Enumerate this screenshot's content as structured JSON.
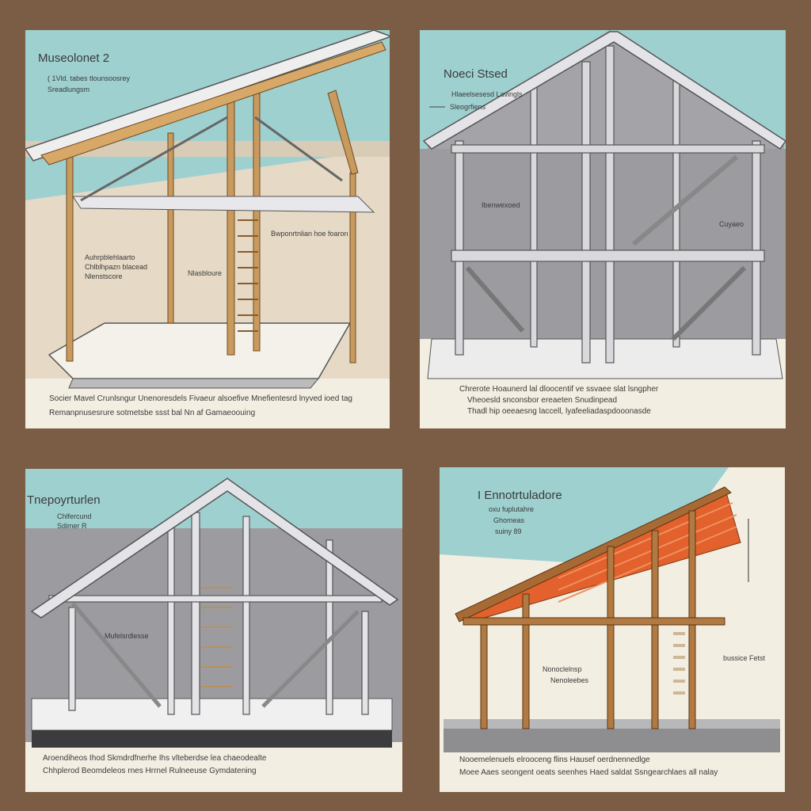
{
  "colors": {
    "background": "#7b5d45",
    "sky": "#9fd0d0",
    "paper": "#f3eee2",
    "wall": "#9c9ca0",
    "wood": "#b98a52",
    "roof_orange": "#e2612c"
  },
  "panels": [
    {
      "title": "Museolonet 2",
      "subtitle": [
        "( 1Vld. tabes tlounsoosrey",
        "Sreadlungsm"
      ],
      "labels": [
        "Bwponrtnlian hoe foaron",
        "Auhrpblehlaarto",
        "Chlblhpazn blacead",
        "Nlenstscore",
        "Nlasbloure"
      ],
      "captions": [
        "Socier Mavel Crunlsngur Unenoresdels Fivaeur alsoefive Mnefientesrd lnyved ioed tag",
        "Remanpnusesrure sotmetsbe ssst bal Nn af Gamaeoouing"
      ]
    },
    {
      "title": "Noeci Stsed",
      "subtitle": [
        "Hlaeelsesesd Lavingls",
        "Sleogrfiens"
      ],
      "labels": [
        "Ibenwexoed",
        "Cuyaeo"
      ],
      "captions": [
        "Chrerote Hoaunerd lal dloocentif ve ssvaee slat lsngpher",
        "Vheoesld snconsbor ereaeten Snudinpead",
        "Thadl hip oeeaesng laccell, lyafeeliadaspdooonasde"
      ]
    },
    {
      "title": "Tnepoyrturlen",
      "subtitle": [
        "Chlfercund",
        "Sdimer R"
      ],
      "labels": [
        "Mufelsrdlesse"
      ],
      "captions": [
        "Aroendiheos Ihod Skmdrdfnerhe Ihs vlteberdse lea chaeodealte",
        "Chhplerod Beomdeleos rnes Hrrnel Rulneeuse Gymdatening"
      ]
    },
    {
      "title": "I Ennotrtuladore",
      "subtitle": [
        "oxu fuplutahre",
        "Ghomeas",
        "suiny 89"
      ],
      "labels": [
        "Nonoclelnsp",
        "Nenoleebes",
        "bussice Fetst"
      ],
      "captions": [
        "Nooemelenuels elrooceng flins Hausef oerdnennedlge",
        "Moee Aaes seongent oeats seenhes Haed saldat Ssngearchlaes all nalay"
      ]
    }
  ]
}
